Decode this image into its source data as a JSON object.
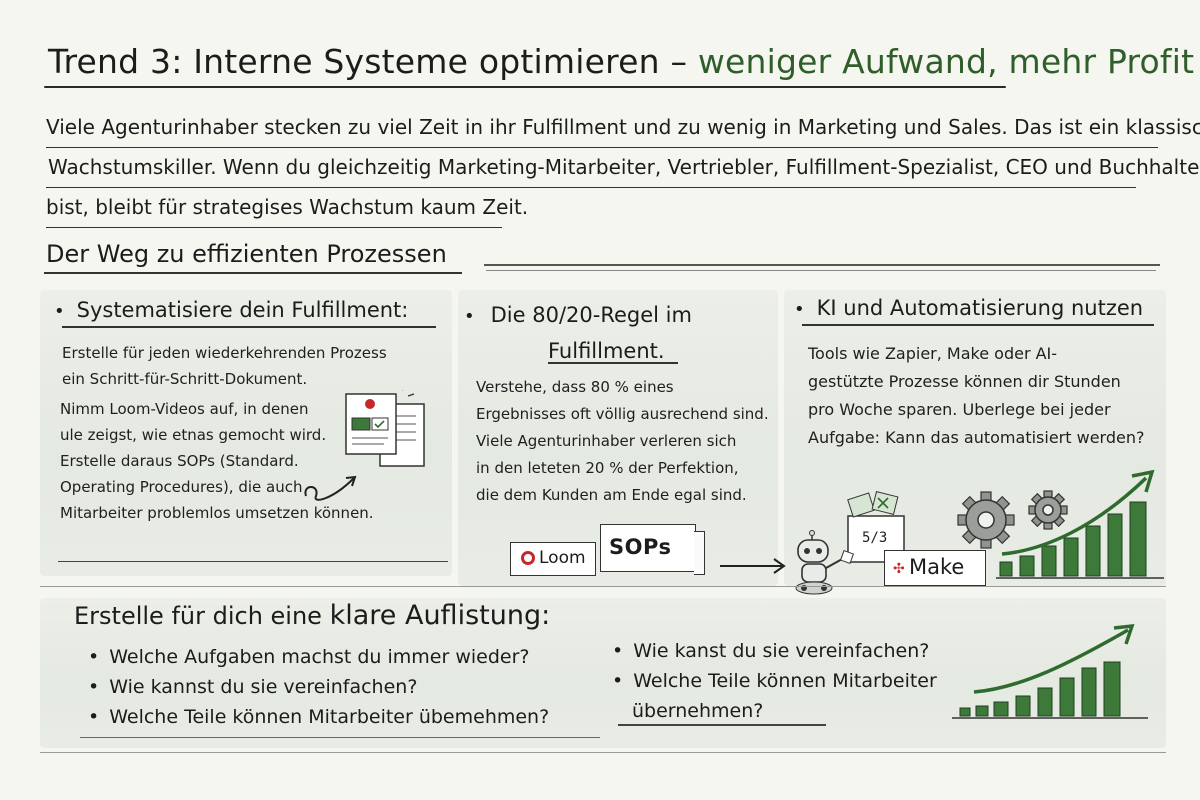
{
  "title": {
    "main": "Trend 3: Interne Systeme optimieren –",
    "accent": "weniger Aufwand, mehr Profit"
  },
  "intro": {
    "line1": "Viele Agenturinhaber stecken zu viel Zeit in ihr Fulfillment und zu wenig in Marketing und Sales. Das ist ein klassischer",
    "line2": "Wachstumskiller. Wenn du gleichzeitig Marketing-Mitarbeiter, Vertriebler, Fulfillment-Spezialist, CEO und Buchhalter",
    "line3": "bist, bleibt für strategises Wachstum kaum Zeit."
  },
  "section": {
    "title": "Der Weg zu effizienten Prozessen"
  },
  "panels": [
    {
      "title": "Systematisiere dein Fulfillment:",
      "text_a": [
        "Erstelle für jeden wiederkehrenden Prozess",
        "ein Schritt-für-Schritt-Dokument."
      ],
      "text_b": [
        "Nimm Loom-Videos auf, in denen",
        "ule zeigst, wie etnas gemocht wird.",
        "Erstelle daraus SOPs (Standard.",
        "Operating Procedures), die auch",
        "Mitarbeiter problemlos umsetzen können."
      ]
    },
    {
      "title_line1": "Die 80/20-Regel im",
      "title_line2": "Fulfillment.",
      "text": [
        "Verstehe, dass 80 % eines",
        "Ergebnisses oft völlig ausrechend sind.",
        "Viele Agenturinhaber verleren sich",
        "in den leteten 20 % der Perfektion,",
        "die dem Kunden am Ende egal sind."
      ]
    },
    {
      "title": "KI und Automatisierung nutzen",
      "text": [
        "Tools wie Zapier, Make oder AI-",
        "gestützte Prozesse können dir Stunden",
        "pro Woche sparen. Uberlege bei jeder",
        "Aufgabe: Kann das automatisiert werden?"
      ]
    }
  ],
  "tags": {
    "loom": "Loom",
    "sops": "SOPs",
    "make": "Make",
    "code": "5/3"
  },
  "checklist": {
    "title_a": "Erstelle für dich eine",
    "title_b": "klare Auflistung:",
    "left": [
      "Welche Aufgaben machst du immer wieder?",
      "Wie kannst du sie vereinfachen?",
      "Welche Teile können Mitarbeiter übemehmen?"
    ],
    "right": [
      "Wie kanst  du sie vereinfachen?",
      "Welche Teile können Mitarbeiter"
    ],
    "right_cont": "übernehmen?"
  },
  "colors": {
    "accent_green": "#2f6b2f",
    "bar_green": "#3d7a3a",
    "record_red": "#c62828"
  },
  "icons": [
    "document-icon",
    "check-icon",
    "loom-record-icon",
    "robot-icon",
    "gear-icon",
    "growth-chart-icon",
    "arrow-icon"
  ]
}
